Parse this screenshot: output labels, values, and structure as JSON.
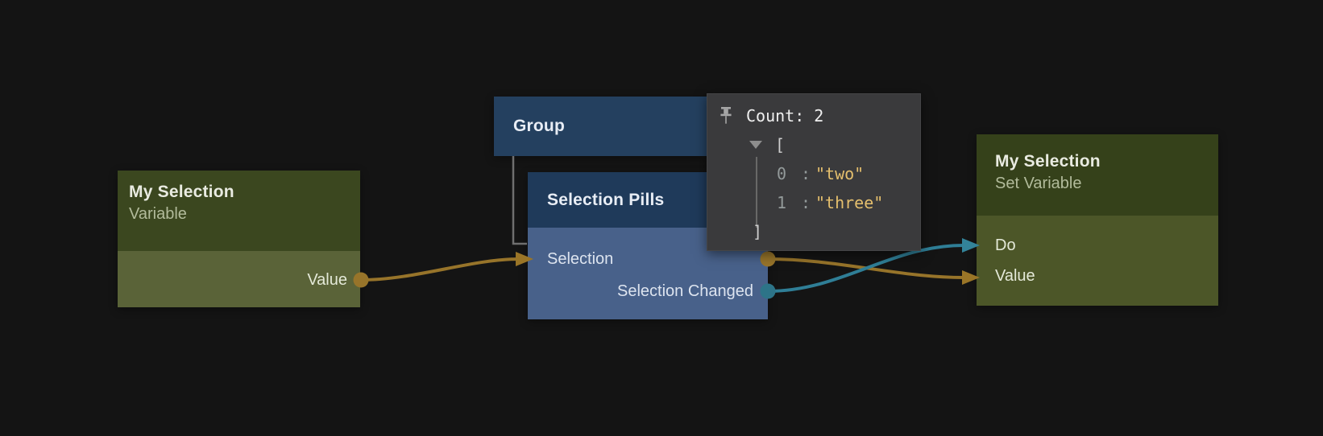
{
  "canvas": {
    "background": "#141414"
  },
  "colors": {
    "data_connection": "#97742a",
    "signal_connection": "#2f7e96",
    "variable_node_header": "#3b471f",
    "variable_node_body": "#5a6338",
    "set_variable_node_header": "#35411a",
    "set_variable_node_body": "#4c5628",
    "group_node": "#24405f",
    "component_node_header": "#1f3a5a",
    "component_node_body": "#48618a",
    "inspector_background": "#3a3a3c",
    "inspector_string": "#e5bf6d"
  },
  "nodes": {
    "variable": {
      "title": "My Selection",
      "subtitle": "Variable",
      "ports": {
        "value": {
          "label": "Value",
          "direction": "output",
          "wire": "data"
        }
      }
    },
    "group": {
      "title": "Group"
    },
    "selection_pills": {
      "title": "Selection Pills",
      "ports": {
        "selection": {
          "label": "Selection",
          "direction": "input-output",
          "wire": "data"
        },
        "selection_changed": {
          "label": "Selection Changed",
          "direction": "output",
          "wire": "signal"
        }
      }
    },
    "set_variable": {
      "title": "My Selection",
      "subtitle": "Set Variable",
      "ports": {
        "do": {
          "label": "Do",
          "direction": "input",
          "wire": "signal"
        },
        "value": {
          "label": "Value",
          "direction": "input",
          "wire": "data"
        }
      }
    }
  },
  "inspector": {
    "pinned": true,
    "header": "Count: 2",
    "open_bracket": "[",
    "close_bracket": "]",
    "items": [
      {
        "index": "0",
        "separator": ":",
        "value": "\"two\""
      },
      {
        "index": "1",
        "separator": ":",
        "value": "\"three\""
      }
    ]
  }
}
